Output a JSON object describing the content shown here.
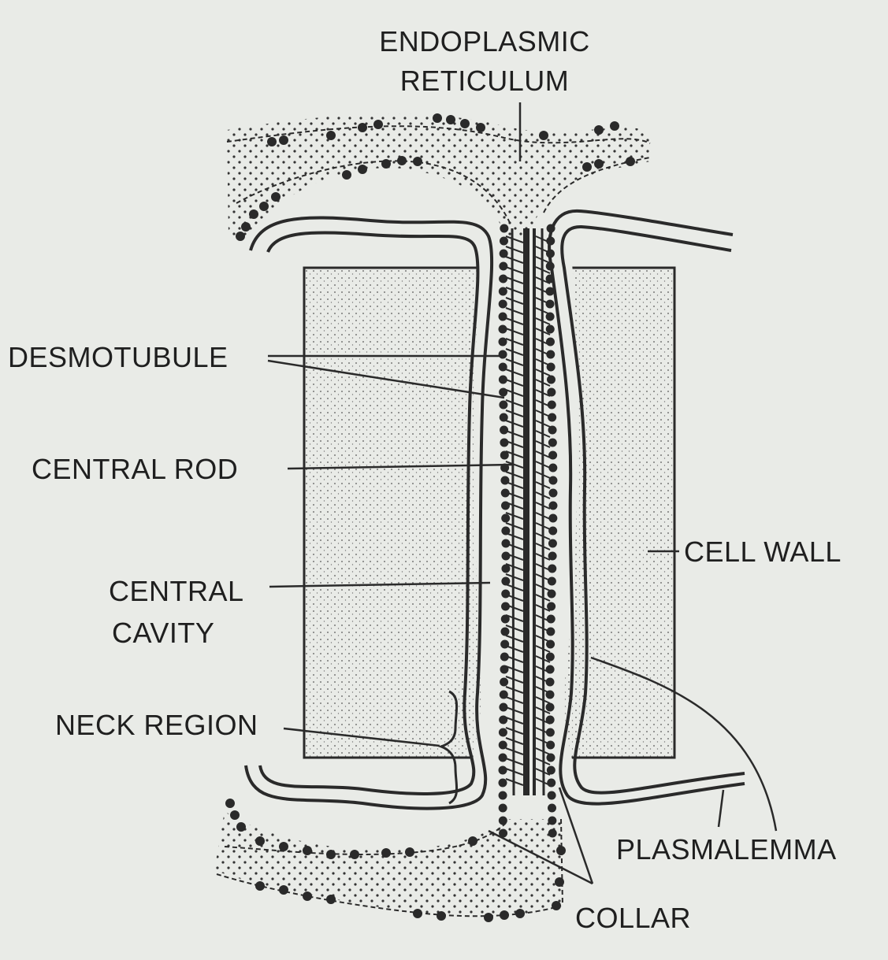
{
  "labels": {
    "er_line1": "ENDOPLASMIC",
    "er_line2": "RETICULUM",
    "desmotubule": "DESMOTUBULE",
    "central_rod": "CENTRAL ROD",
    "central_cavity_line1": "CENTRAL",
    "central_cavity_line2": "CAVITY",
    "neck_region": "NECK REGION",
    "cell_wall": "CELL WALL",
    "plasmalemma": "PLASMALEMMA",
    "collar": "COLLAR"
  },
  "colors": {
    "background": "#e9ebe7",
    "ink": "#2a2a2a",
    "wall_fill": "#dfe1dc"
  }
}
